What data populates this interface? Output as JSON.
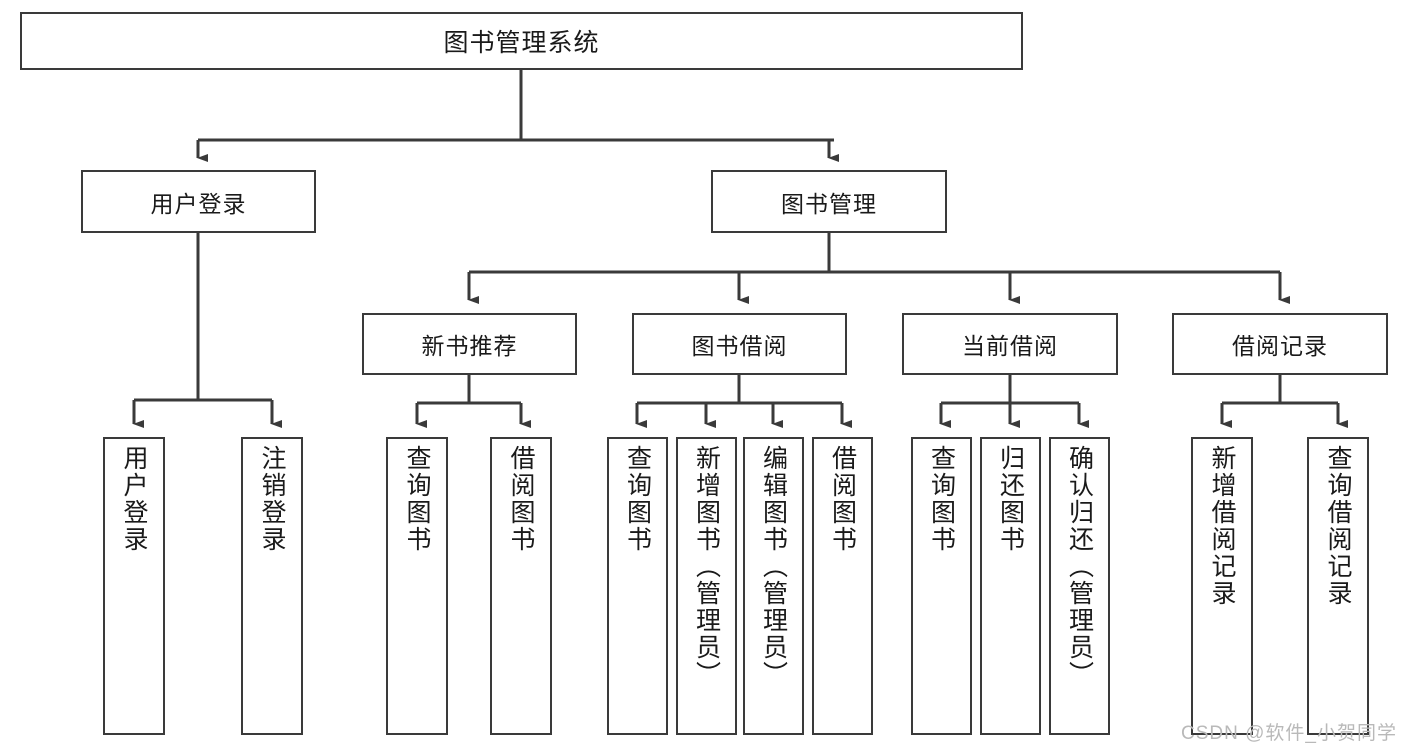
{
  "diagram": {
    "type": "tree",
    "title": "图书管理系统",
    "colors": {
      "box_border": "#3a3a3a",
      "box_fill": "#ffffff",
      "connector": "#3a3a3a",
      "text": "#1a1a1a",
      "watermark": "#b9b9b9"
    },
    "root": {
      "label": "图书管理系统"
    },
    "level2": [
      {
        "id": "user-login",
        "label": "用户登录"
      },
      {
        "id": "book-manage",
        "label": "图书管理"
      }
    ],
    "level3": [
      {
        "id": "new-book-recommend",
        "label": "新书推荐"
      },
      {
        "id": "book-borrow",
        "label": "图书借阅"
      },
      {
        "id": "current-borrow",
        "label": "当前借阅"
      },
      {
        "id": "borrow-record",
        "label": "借阅记录"
      }
    ],
    "leaves": [
      {
        "id": "leaf-user-login",
        "label": "用户登录",
        "parent": "user-login"
      },
      {
        "id": "leaf-logout-login",
        "label": "注销登录",
        "parent": "user-login"
      },
      {
        "id": "leaf-query-book-1",
        "label": "查询图书",
        "parent": "new-book-recommend"
      },
      {
        "id": "leaf-borrow-book-1",
        "label": "借阅图书",
        "parent": "new-book-recommend"
      },
      {
        "id": "leaf-query-book-2",
        "label": "查询图书",
        "parent": "book-borrow"
      },
      {
        "id": "leaf-add-book",
        "label": "新增图书（管理员）",
        "parent": "book-borrow"
      },
      {
        "id": "leaf-edit-book",
        "label": "编辑图书（管理员）",
        "parent": "book-borrow"
      },
      {
        "id": "leaf-borrow-book-2",
        "label": "借阅图书",
        "parent": "book-borrow"
      },
      {
        "id": "leaf-query-book-3",
        "label": "查询图书",
        "parent": "current-borrow"
      },
      {
        "id": "leaf-return-book",
        "label": "归还图书",
        "parent": "current-borrow"
      },
      {
        "id": "leaf-confirm-return",
        "label": "确认归还（管理员）",
        "parent": "current-borrow"
      },
      {
        "id": "leaf-add-record",
        "label": "新增借阅记录",
        "parent": "borrow-record"
      },
      {
        "id": "leaf-query-record",
        "label": "查询借阅记录",
        "parent": "borrow-record"
      }
    ],
    "watermark": "CSDN @软件_小贺同学"
  }
}
